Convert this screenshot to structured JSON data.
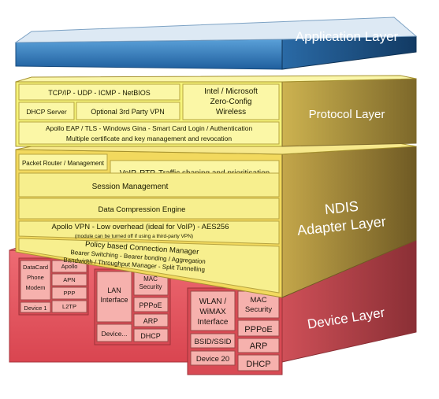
{
  "layers": {
    "application": {
      "label": "Application Layer"
    },
    "protocol": {
      "label": "Protocol Layer",
      "tcp_row": "TCP/IP - UDP - ICMP - NetBIOS",
      "dhcp_server": "DHCP Server",
      "vpn": "Optional 3rd Party VPN",
      "intel_lines": [
        "Intel / Microsoft",
        "Zero-Config",
        "Wireless"
      ],
      "auth_lines": [
        "Apollo EAP / TLS - Windows Gina - Smart Card Login / Authentication",
        "Multiple certificate and key management and revocation"
      ]
    },
    "ndis": {
      "label_lines": [
        "NDIS",
        "Adapter Layer"
      ],
      "packet_router": "Packet Router / Management",
      "voip": "VoIP, RTP, Traffic shaping and prioritisation",
      "session": "Session Management",
      "compression": "Data Compression Engine",
      "apollo_vpn": "Apollo VPN - Low overhead (ideal for VoIP) - AES256",
      "apollo_vpn_note": "(module can be turned off if using a third-party VPN)",
      "policy_lines": [
        "Policy based Connection Manager",
        "Bearer Switching - Bearer bonding / Aggregation",
        "Bandwidth / Throughput Manager - Split Tunnelling"
      ]
    },
    "device": {
      "label": "Device Layer",
      "group1": {
        "main_lines": [
          "DataCard",
          "Phone",
          "Modem"
        ],
        "footer": "Device 1",
        "protocols": [
          "Apollo",
          "APN",
          "PPP",
          "L2TP"
        ]
      },
      "group2": {
        "main_lines": [
          "LAN",
          "Interface"
        ],
        "footer": "Device...",
        "protocols": [
          "MAC Security",
          "PPPoE",
          "ARP",
          "DHCP"
        ]
      },
      "group3": {
        "main_lines": [
          "WLAN /",
          "WiMAX",
          "Interface"
        ],
        "extra": "BSID/SSID",
        "footer": "Device 20",
        "protocols": [
          "MAC Security",
          "PPPoE",
          "ARP",
          "DHCP"
        ]
      }
    }
  },
  "colors": {
    "app_top": "#c8dff1",
    "app_front": "#2a6fb3",
    "proto_front": "#f6f47a",
    "proto_side": "#c9b04e",
    "ndis_front": "#f1d75a",
    "ndis_side": "#b89a3e",
    "dev_front": "#e85964",
    "dev_side": "#b9484d",
    "cell": "#fbf7a6",
    "cell_border": "#b7a440",
    "dev_cell": "#f4a39f",
    "dev_cell_border": "#9b4a49"
  }
}
